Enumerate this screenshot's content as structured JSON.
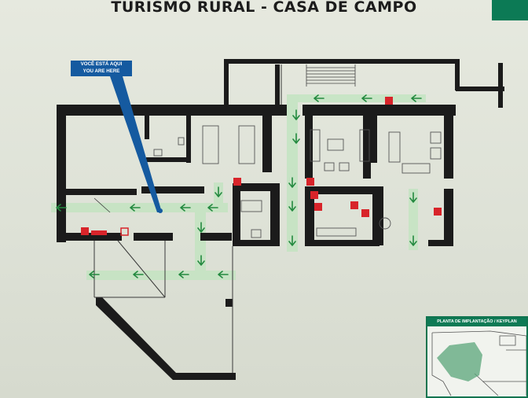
{
  "title": "TURISMO RURAL - CASA DE CAMPO",
  "you_are_here": {
    "line1": "VOCÊ ESTÁ AQUI",
    "line2": "YOU ARE HERE"
  },
  "keyplan": {
    "title": "PLANTA DE IMPLANTAÇÃO / KEYPLAN"
  },
  "colors": {
    "wall": "#1b1b1b",
    "route": "#c5e4c3",
    "arrow": "#23893f",
    "marker": "#155aa0",
    "safety_sign": "#d8242a",
    "accent_green": "#0c7a55"
  },
  "icons": [
    "you-are-here-pin-icon",
    "evacuation-arrow-icon",
    "fire-extinguisher-icon",
    "fire-alarm-icon",
    "stairs-icon",
    "table-icon",
    "sofa-icon"
  ]
}
